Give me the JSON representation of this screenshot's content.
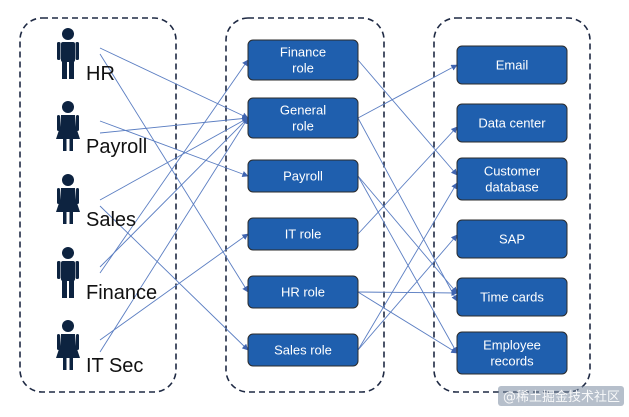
{
  "users": [
    {
      "id": "hr",
      "label": "HR",
      "figure": "male"
    },
    {
      "id": "payroll",
      "label": "Payroll",
      "figure": "female"
    },
    {
      "id": "sales",
      "label": "Sales",
      "figure": "female"
    },
    {
      "id": "finance",
      "label": "Finance",
      "figure": "male"
    },
    {
      "id": "itsec",
      "label": "IT Sec",
      "figure": "female"
    }
  ],
  "roles": [
    {
      "id": "finance-role",
      "lines": [
        "Finance",
        "role"
      ]
    },
    {
      "id": "general-role",
      "lines": [
        "General",
        "role"
      ]
    },
    {
      "id": "payroll-role",
      "lines": [
        "Payroll"
      ]
    },
    {
      "id": "it-role",
      "lines": [
        "IT role"
      ]
    },
    {
      "id": "hr-role",
      "lines": [
        "HR role"
      ]
    },
    {
      "id": "sales-role",
      "lines": [
        "Sales role"
      ]
    }
  ],
  "resources": [
    {
      "id": "email",
      "lines": [
        "Email"
      ]
    },
    {
      "id": "data-center",
      "lines": [
        "Data center"
      ]
    },
    {
      "id": "customer-database",
      "lines": [
        "Customer",
        "database"
      ]
    },
    {
      "id": "sap",
      "lines": [
        "SAP"
      ]
    },
    {
      "id": "time-cards",
      "lines": [
        "Time cards"
      ]
    },
    {
      "id": "employee-records",
      "lines": [
        "Employee",
        "records"
      ]
    }
  ],
  "user_role_links": [
    [
      "hr",
      "general-role"
    ],
    [
      "hr",
      "hr-role"
    ],
    [
      "payroll",
      "general-role"
    ],
    [
      "payroll",
      "payroll-role"
    ],
    [
      "sales",
      "general-role"
    ],
    [
      "sales",
      "sales-role"
    ],
    [
      "finance",
      "general-role"
    ],
    [
      "finance",
      "finance-role"
    ],
    [
      "itsec",
      "general-role"
    ],
    [
      "itsec",
      "it-role"
    ]
  ],
  "role_resource_links": [
    [
      "finance-role",
      "customer-database"
    ],
    [
      "general-role",
      "email"
    ],
    [
      "general-role",
      "time-cards"
    ],
    [
      "payroll-role",
      "time-cards"
    ],
    [
      "payroll-role",
      "employee-records"
    ],
    [
      "it-role",
      "data-center"
    ],
    [
      "hr-role",
      "time-cards"
    ],
    [
      "hr-role",
      "employee-records"
    ],
    [
      "sales-role",
      "customer-database"
    ],
    [
      "sales-role",
      "sap"
    ]
  ],
  "colors": {
    "box_fill": "#1f5fae",
    "person": "#0d2340",
    "link": "#5b7ec2"
  },
  "watermark": "@稀土掘金技术社区"
}
